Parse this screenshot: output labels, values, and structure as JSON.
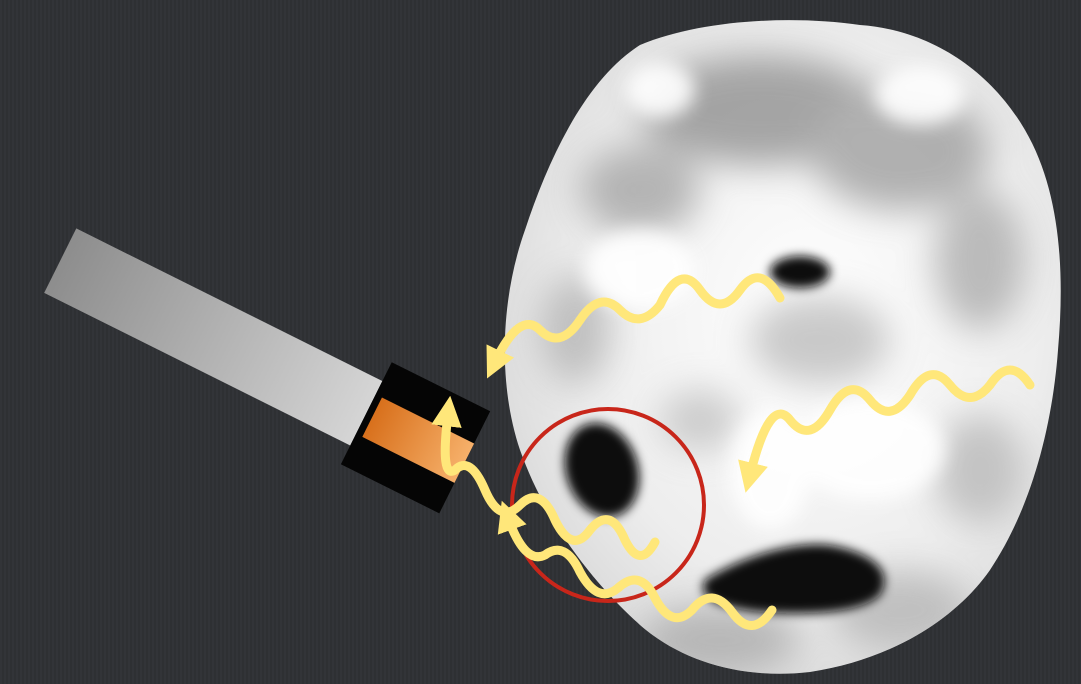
{
  "colors": {
    "background": "#2e3033",
    "brain_light": "#f2f2f2",
    "brain_dark": "#111111",
    "probe_body": "#b5b5b5",
    "probe_head": "#050505",
    "crystal_orange": "#e8862a",
    "photon_yellow": "#ffe77a",
    "highlight_circle": "#c8261a"
  },
  "icons": {
    "photon": "wavy-arrow",
    "detector": "gamma-probe",
    "region": "circle-marker"
  }
}
